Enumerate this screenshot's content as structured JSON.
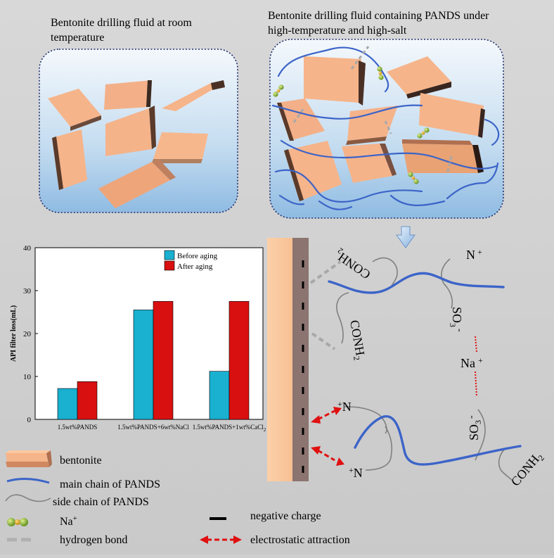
{
  "panels": {
    "left_title": "Bentonite drilling fluid at room temperature",
    "left_title_lines": [
      "Bentonite drilling fluid at room",
      "temperature"
    ],
    "right_title_lines": [
      "Bentonite drilling fluid containing PANDS under",
      "high-temperature and high-salt"
    ]
  },
  "mechanism": {
    "conh2": "CONH",
    "sub2": "2",
    "n_plus": "N",
    "plus": "+",
    "so3": "SO",
    "sub3": "3",
    "minus": "-",
    "na": "Na"
  },
  "chart_data": {
    "type": "bar",
    "categories": [
      "1.5wt%PANDS",
      "1.5wt%PANDS+6wt%NaCl",
      "1.5wt%PANDS+1wt%CaCl2"
    ],
    "category_labels": [
      {
        "main": "1.5wt%PANDS",
        "sub": ""
      },
      {
        "main": "1.5wt%PANDS+6wt%NaCl",
        "sub": ""
      },
      {
        "main": "1.5wt%PANDS+1wt%CaCl",
        "sub": "2"
      }
    ],
    "series": [
      {
        "name": "Before aging",
        "values": [
          7.2,
          25.5,
          11.2
        ],
        "color": "#1ab0d0"
      },
      {
        "name": "After aging",
        "values": [
          8.8,
          27.5,
          27.5
        ],
        "color": "#d81010"
      }
    ],
    "ylabel": "API filter loss(mL)",
    "ylim": [
      0,
      40
    ],
    "yticks": [
      0,
      10,
      20,
      30,
      40
    ],
    "legend": "top-right"
  },
  "legend": {
    "bentonite": "bentonite",
    "main_chain": "main chain of PANDS",
    "side_chain": "side chain of PANDS",
    "na": "Na",
    "na_sup": "+",
    "hydrogen_bond": "hydrogen bond",
    "negative_charge": "negative charge",
    "electrostatic": "electrostatic attraction"
  },
  "colors": {
    "bentonite": "#f6b48a",
    "polymer": "#3c64c8",
    "side_chain": "#808080",
    "hbond": "#a8a8a8",
    "arrow": "#e01010",
    "clay_wall": "#8c7470"
  }
}
